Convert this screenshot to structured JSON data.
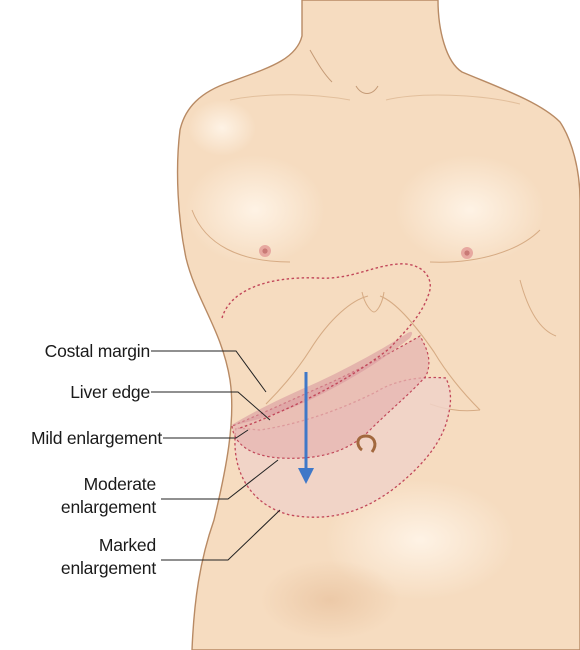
{
  "labels": {
    "costal_margin": "Costal margin",
    "liver_edge": "Liver edge",
    "mild": "Mild enlargement",
    "moderate_1": "Moderate",
    "moderate_2": "enlargement",
    "marked_1": "Marked",
    "marked_2": "enlargement"
  },
  "colors": {
    "background": "#ffffff",
    "skin": "#f6dcc0",
    "skin_outline": "#b88a64",
    "liver_dotted": "#c2485a",
    "enlargement_fill": "#ecc9c0",
    "arrow": "#3f78c8",
    "leader": "#222222"
  }
}
